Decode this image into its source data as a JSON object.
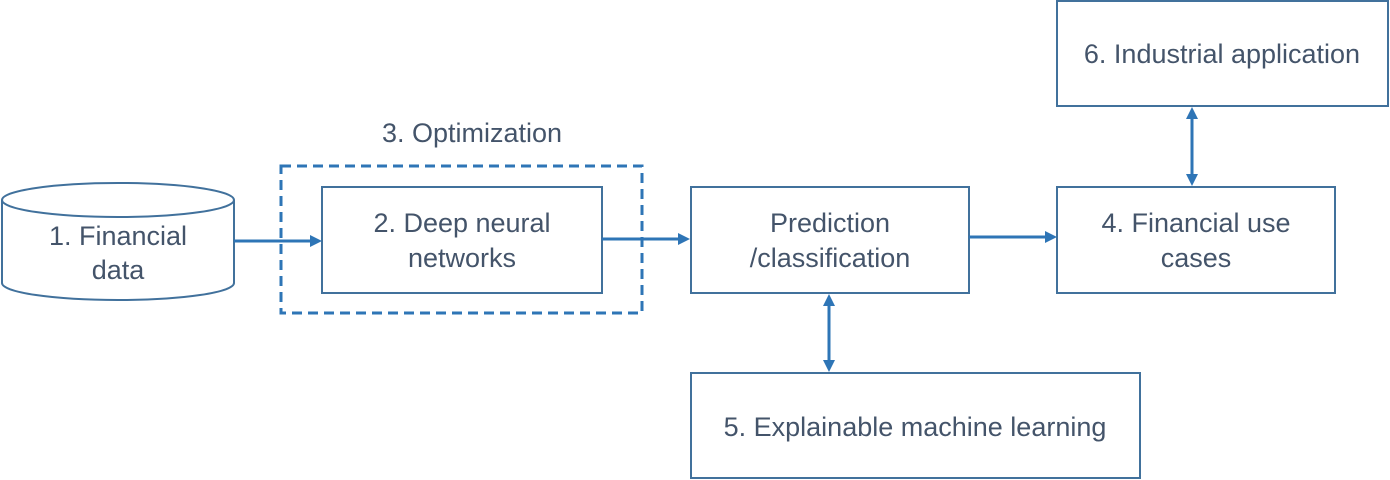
{
  "diagram": {
    "nodes": {
      "financial_data": {
        "line1": "1. Financial",
        "line2": "data",
        "shape": "cylinder"
      },
      "dnn": {
        "line1": "2. Deep neural",
        "line2": "networks"
      },
      "optimization": {
        "label": "3. Optimization",
        "style": "dashed"
      },
      "prediction": {
        "line1": "Prediction",
        "line2": "/classification"
      },
      "use_cases": {
        "line1": "4. Financial use",
        "line2": "cases"
      },
      "xml": {
        "label": "5. Explainable machine learning"
      },
      "industrial": {
        "label": "6. Industrial application"
      }
    },
    "edges": [
      {
        "from": "financial_data",
        "to": "dnn",
        "type": "arrow"
      },
      {
        "from": "dnn",
        "to": "prediction",
        "type": "arrow"
      },
      {
        "from": "prediction",
        "to": "use_cases",
        "type": "arrow"
      },
      {
        "from": "prediction",
        "to": "xml",
        "type": "bidirectional"
      },
      {
        "from": "use_cases",
        "to": "industrial",
        "type": "bidirectional"
      }
    ],
    "colors": {
      "box_stroke": "#41719c",
      "arrow": "#2e75b6",
      "text": "#44546a"
    }
  }
}
